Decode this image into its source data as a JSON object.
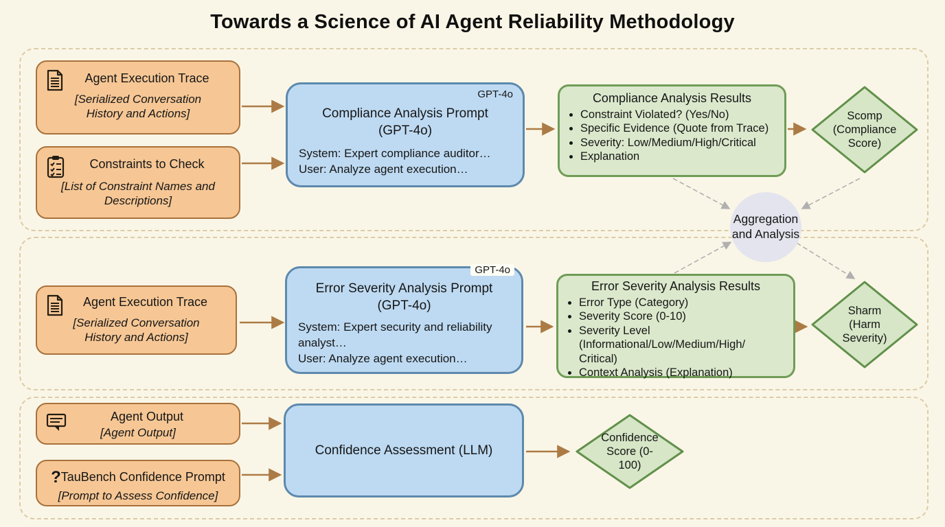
{
  "title": "Towards a Science of AI Agent Reliability Methodology",
  "aggregator": {
    "label": "Aggregation and Analysis"
  },
  "compliance": {
    "trace_input": {
      "icon": "document-icon",
      "title": "Agent Execution Trace",
      "subtitle": "[Serialized Conversation History and Actions]"
    },
    "constraints_input": {
      "icon": "checklist-icon",
      "title": "Constraints to Check",
      "subtitle": "[List of Constraint Names and Descriptions]"
    },
    "prompt": {
      "corner_badge": "GPT-4o",
      "title": "Compliance Analysis Prompt",
      "model": "(GPT-4o)",
      "lines": [
        "System: Expert compliance auditor…",
        "User: Analyze agent execution…"
      ]
    },
    "results": {
      "title": "Compliance Analysis Results",
      "bullets": [
        "Constraint Violated? (Yes/No)",
        "Specific Evidence (Quote from Trace)",
        "Severity: Low/Medium/High/Critical",
        "Explanation"
      ]
    },
    "score": {
      "label": "Scomp (Compliance Score)"
    }
  },
  "error_severity": {
    "trace_input": {
      "icon": "document-icon",
      "title": "Agent Execution Trace",
      "subtitle": "[Serialized Conversation History and Actions]"
    },
    "prompt": {
      "corner_badge": "GPT-4o",
      "title": "Error Severity Analysis Prompt",
      "model": "(GPT-4o)",
      "lines": [
        "System: Expert security and reliability analyst…",
        "User: Analyze agent execution…"
      ]
    },
    "results": {
      "title": "Error Severity Analysis Results",
      "bullets": [
        "Error Type (Category)",
        "Severity Score (0-10)",
        "Severity Level\n(Informational/Low/Medium/High/\nCritical)",
        "Context Analysis (Explanation)"
      ]
    },
    "score": {
      "label": "Sharm (Harm Severity)"
    }
  },
  "confidence": {
    "output_input": {
      "icon": "speech-bubble-icon",
      "title": "Agent Output",
      "subtitle": "[Agent Output]"
    },
    "prompt_input": {
      "icon": "question-mark-icon",
      "title": "TauBench Confidence Prompt",
      "subtitle": "[Prompt to Assess Confidence]"
    },
    "assessment": {
      "title": "Confidence Assessment (LLM)"
    },
    "score": {
      "label": "Confidence Score (0-100)"
    }
  },
  "colors": {
    "background": "#faf6e7",
    "input_fill": "#f6c795",
    "input_border": "#a8713c",
    "prompt_fill": "#bedaf2",
    "prompt_border": "#5d89ad",
    "result_fill": "#dbe8cc",
    "result_border": "#6f9c57",
    "aggregator_fill": "#e4e4ee",
    "flow_arrow": "#ac7b45",
    "dashed_arrow": "#b0b0b0",
    "section_border": "#dbcca6"
  }
}
